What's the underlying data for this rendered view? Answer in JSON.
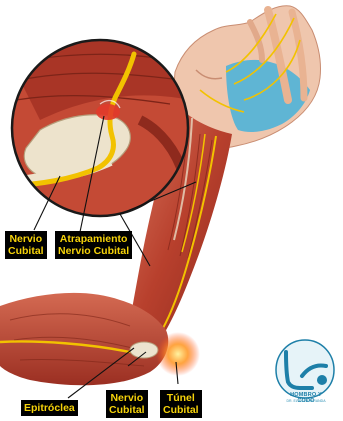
{
  "labels": {
    "nervio_cubital_inset": [
      "Nervio",
      "Cubital"
    ],
    "atrapamiento": [
      "Atrapamiento",
      "Nervio Cubital"
    ],
    "epitroclea": [
      "Epitróclea"
    ],
    "nervio_cubital_elbow": [
      "Nervio",
      "Cubital"
    ],
    "tunel_cubital": [
      "Túnel",
      "Cubital"
    ]
  },
  "logo": {
    "name": "HOMBRO Y CODO",
    "subtitle": "DR. ELIECER MIRANDA"
  },
  "colors": {
    "label_bg": "#000000",
    "label_text": "#f5d20a",
    "muscle": "#c0392b",
    "nerve": "#f2c200",
    "highlight_hand": "#4fb3d8",
    "logo": "#1d7fa8"
  }
}
